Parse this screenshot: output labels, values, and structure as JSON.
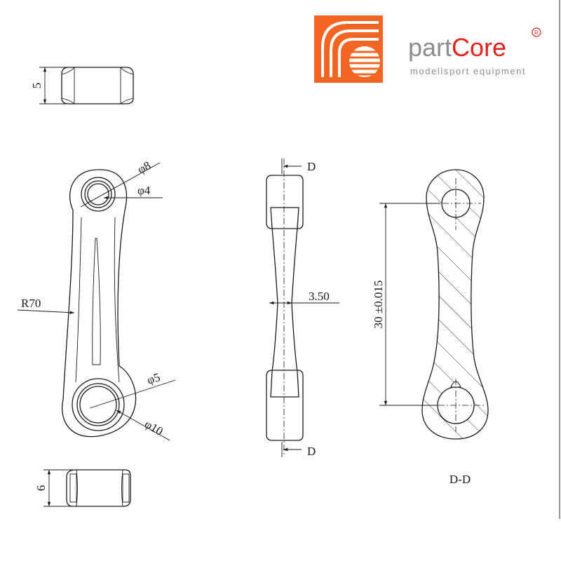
{
  "brand": {
    "name_prefix": "part",
    "name_suffix": "Core",
    "registered_mark": "R",
    "tagline": "modellsport equipment",
    "logo_color": "#f26522",
    "name_color": "#8c8c8c",
    "accent_color": "#e2231a"
  },
  "dimensions": {
    "top_width": "5",
    "big_end_outer": "φ8",
    "big_end_inner": "φ4",
    "radius": "R70",
    "small_end_inner": "φ5",
    "small_end_outer": "φ10",
    "web_thickness": "3.50",
    "center_distance": "30 ±0.015",
    "bottom_width": "6"
  },
  "section": {
    "marker_top": "D",
    "marker_bottom": "D",
    "title": "D-D"
  }
}
